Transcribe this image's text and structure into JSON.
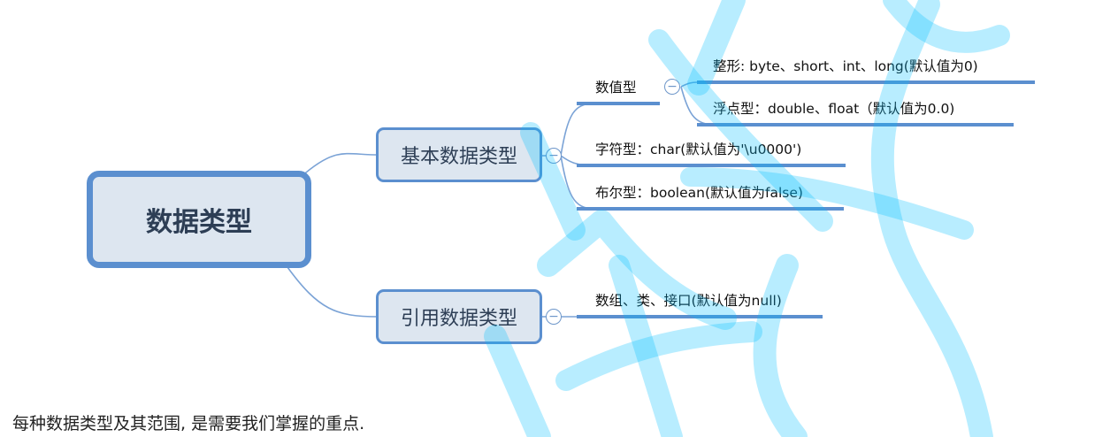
{
  "diagram": {
    "root": "数据类型",
    "basic": {
      "label": "基本数据类型",
      "numeric": {
        "label": "数值型",
        "integer": "整形: byte、short、int、long(默认值为0)",
        "float": "浮点型：double、float（默认值为0.0)"
      },
      "char": "字符型：char(默认值为'\\u0000')",
      "boolean": "布尔型：boolean(默认值为false)"
    },
    "reference": {
      "label": "引用数据类型",
      "items": "数组、类、接口(默认值为null)"
    },
    "collapse_glyph": "−"
  },
  "footer": {
    "text": "每种数据类型及其范围, 是需要我们掌握的重点."
  },
  "colors": {
    "node_fill": "#dde6f0",
    "node_border": "#5b8fcf",
    "connector": "#7ba3d6",
    "underline": "#5b8fcf",
    "watermark": "#00bfff"
  }
}
